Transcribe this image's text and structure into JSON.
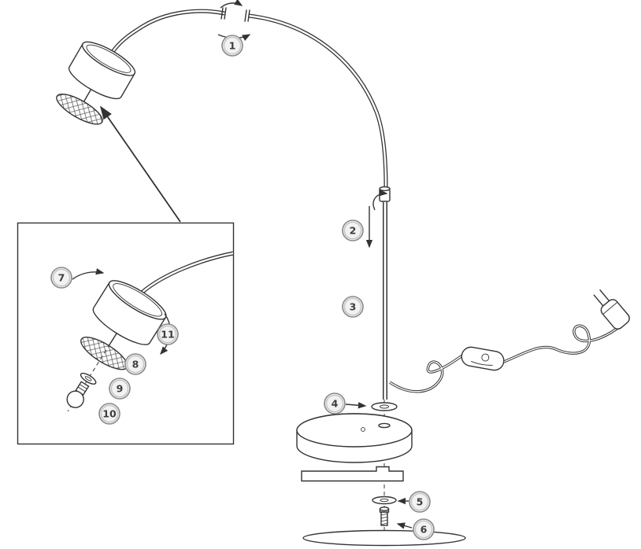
{
  "callouts": [
    {
      "label": "1"
    },
    {
      "label": "2"
    },
    {
      "label": "3"
    },
    {
      "label": "4"
    },
    {
      "label": "5"
    },
    {
      "label": "6"
    },
    {
      "label": "7"
    },
    {
      "label": "8"
    },
    {
      "label": "9"
    },
    {
      "label": "10"
    },
    {
      "label": "11"
    }
  ],
  "colors": {
    "line_color": "#333333",
    "callout_fill": "#f2f2f2",
    "callout_stroke": "#8a8a8a",
    "callout_ring": "#c6c6c6",
    "callout_text": "#3d3d3d",
    "background": "#ffffff"
  }
}
